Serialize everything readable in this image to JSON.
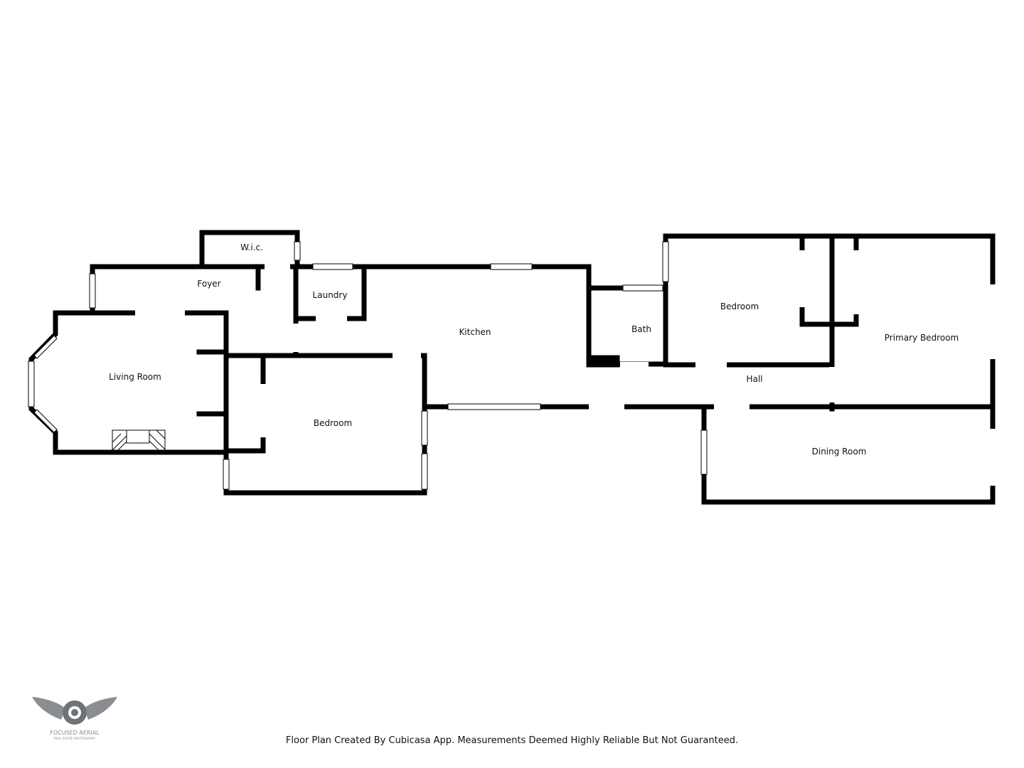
{
  "rooms": {
    "wic": "W.i.c.",
    "foyer": "Foyer",
    "laundry": "Laundry",
    "kitchen": "Kitchen",
    "living_room": "Living Room",
    "bedroom_left": "Bedroom",
    "bath": "Bath",
    "bedroom_right": "Bedroom",
    "primary_bedroom": "Primary Bedroom",
    "hall": "Hall",
    "dining_room": "Dining Room"
  },
  "footer": {
    "disclaimer": "Floor Plan Created By Cubicasa App. Measurements Deemed Highly Reliable But Not Guaranteed."
  },
  "logo": {
    "name": "FOCUSED AERIAL",
    "tagline": "REAL ESTATE PHOTOGRAPHY"
  },
  "colors": {
    "wall": "#000000",
    "window": "#ffffff",
    "background": "#ffffff",
    "logo": "#8a8d92"
  }
}
